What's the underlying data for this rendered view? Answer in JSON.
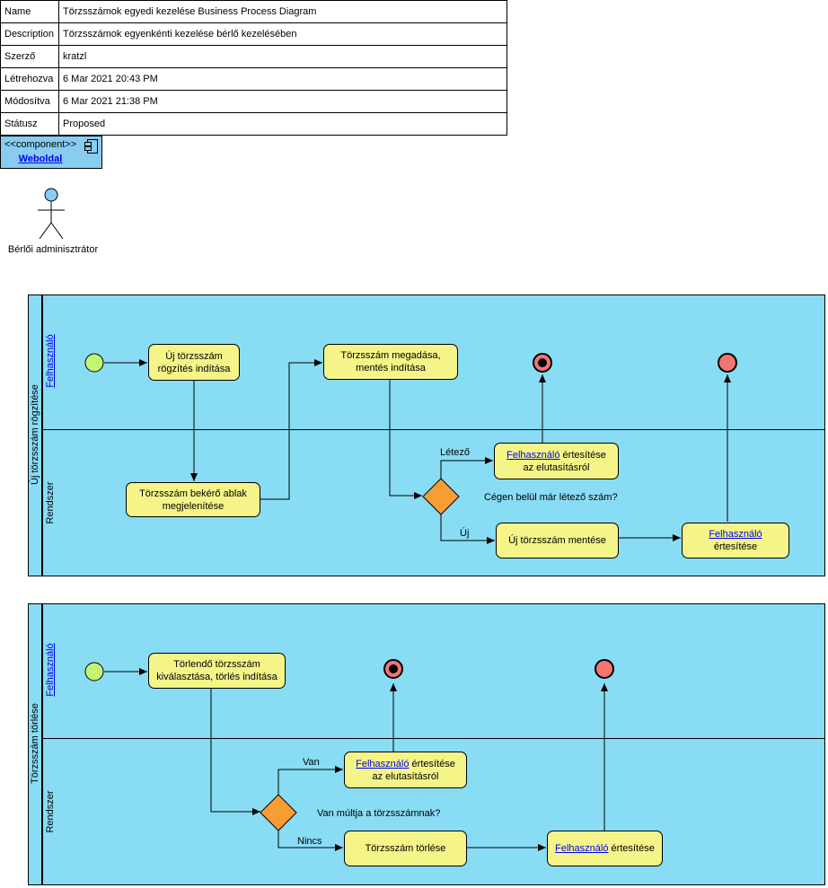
{
  "properties": [
    {
      "key": "Name",
      "value": "Törzsszámok egyedi kezelése Business Process Diagram"
    },
    {
      "key": "Description",
      "value": " Törzsszámok egyenkénti kezelése bérlő kezelésében"
    },
    {
      "key": "Szerző",
      "value": "kratzl"
    },
    {
      "key": "Létrehozva",
      "value": "6 Mar 2021 20:43 PM"
    },
    {
      "key": "Módosítva",
      "value": "6 Mar 2021 21:38 PM"
    },
    {
      "key": "Státusz",
      "value": "Proposed"
    }
  ],
  "component": {
    "stereotype": "<<component>>",
    "name": "Weboldal",
    "icon": "component-icon"
  },
  "actor": {
    "label": "Bérlői adminisztrátor",
    "icon": "actor-icon"
  },
  "colors": {
    "pool": "#88dcf4",
    "task": "#f4f488",
    "gateway": "#f89c34",
    "start": "#c4f474",
    "end": "#f47474",
    "component": "#88ccf0"
  },
  "pool1": {
    "name": "Új törzsszám rögzítése",
    "lane_top": "Felhasználó",
    "lane_bottom": "Rendszer",
    "task_new_start": "Új törzsszám rögzítés indítása",
    "task_show_window": "Törzsszám bekérő ablak megjelenítése",
    "task_enter": "Törzsszám megadása, mentés indítása",
    "task_notify_reject_link": "Felhasználó",
    "task_notify_reject_rest": " értesítése az elutasításról",
    "task_save": "Új törzsszám mentése",
    "task_notify_link": "Felhasználó",
    "task_notify_rest": " értesítése",
    "gateway_question": "Cégen belül már létező szám?",
    "flow_existing": "Létező",
    "flow_new": "Új"
  },
  "pool2": {
    "name": "Törzsszám törlése",
    "lane_top": "Felhasználó",
    "lane_bottom": "Rendszer",
    "task_select_delete": "Törlendő törzsszám kiválasztása, törlés indítása",
    "task_notify_reject_link": "Felhasználó",
    "task_notify_reject_rest": " értesítése az elutasításról",
    "task_delete": "Törzsszám törlése",
    "task_notify_link": "Felhasználó",
    "task_notify_rest": " értesítése",
    "gateway_question": "Van múltja a törzsszámnak?",
    "flow_has": "Van",
    "flow_none": "Nincs"
  }
}
